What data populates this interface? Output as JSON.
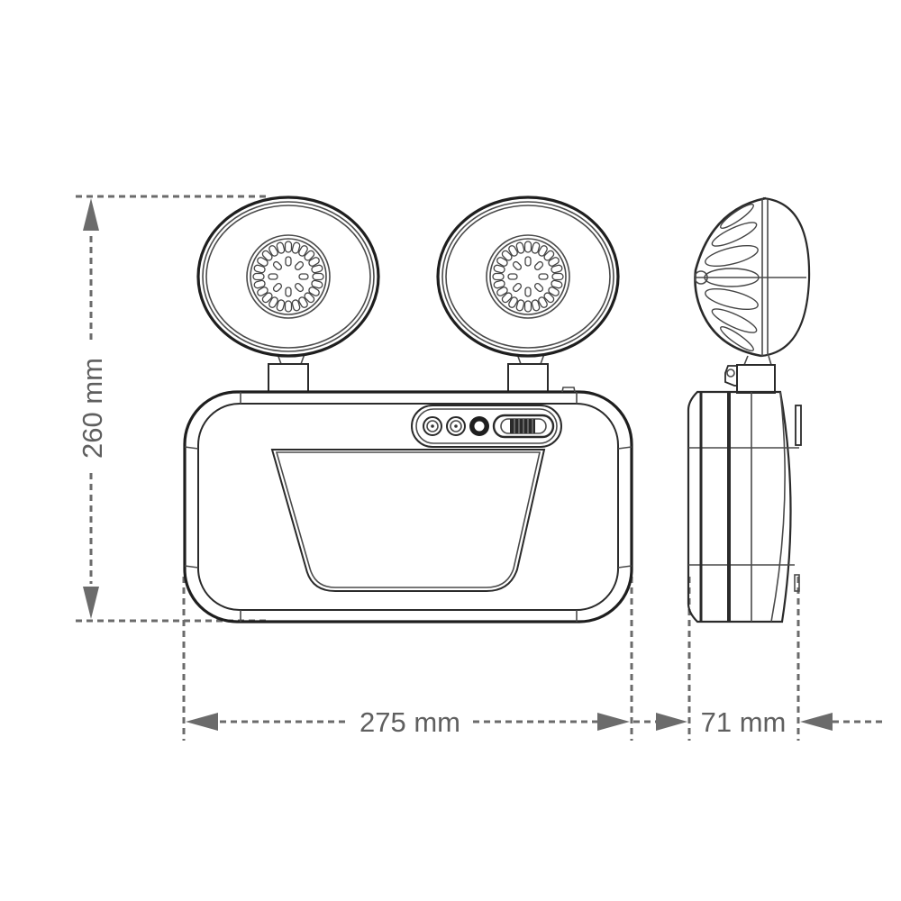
{
  "diagram": {
    "subject": "Twin-spot emergency light dimension drawing",
    "views": [
      "front-view",
      "side-view"
    ],
    "dimensions": {
      "height": {
        "value": 260,
        "unit": "mm",
        "label": "260 mm"
      },
      "width": {
        "value": 275,
        "unit": "mm",
        "label": "275 mm"
      },
      "depth": {
        "value": 71,
        "unit": "mm",
        "label": "71 mm"
      }
    },
    "front_panel_controls": [
      "indicator-led-1",
      "indicator-led-2",
      "test-button",
      "slide-switch"
    ],
    "colors": {
      "line": "#1e1e1e",
      "dimension": "#6b6b6b",
      "text": "#5f5f5f",
      "background": "#ffffff"
    }
  }
}
